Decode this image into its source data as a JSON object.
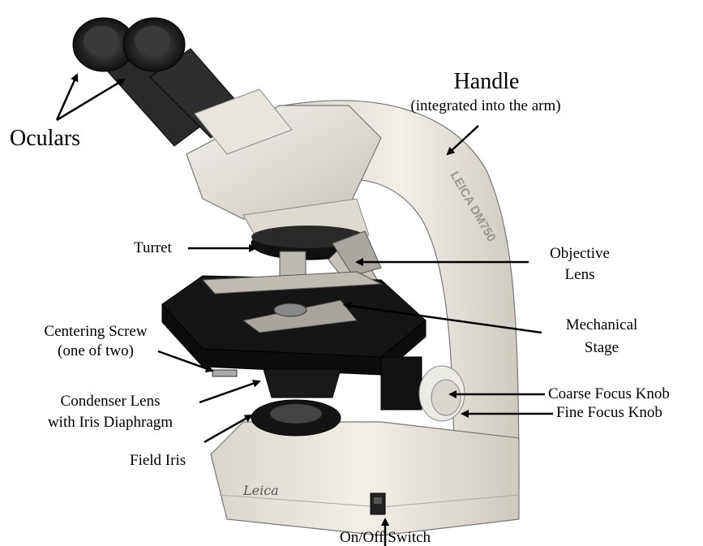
{
  "labels": {
    "oculars": "Oculars",
    "handle": "Handle",
    "handle_note": "(integrated into the arm)",
    "turret": "Turret",
    "objective_lens_1": "Objective",
    "objective_lens_2": "Lens",
    "mechanical_stage_1": "Mechanical",
    "mechanical_stage_2": "Stage",
    "centering_screw_1": "Centering Screw",
    "centering_screw_2": "(one of two)",
    "condenser_1": "Condenser Lens",
    "condenser_2": "with Iris Diaphragm",
    "coarse_focus": "Coarse Focus Knob",
    "fine_focus": "Fine Focus Knob",
    "field_iris": "Field Iris",
    "on_off": "On/Off Switch"
  },
  "branding": {
    "arm_text": "LEICA DM750",
    "base_logo": "Leica"
  },
  "colors": {
    "body": "#e6e3dc",
    "dark": "#1c1c1c",
    "stage": "#161616",
    "arrow": "#000000"
  }
}
